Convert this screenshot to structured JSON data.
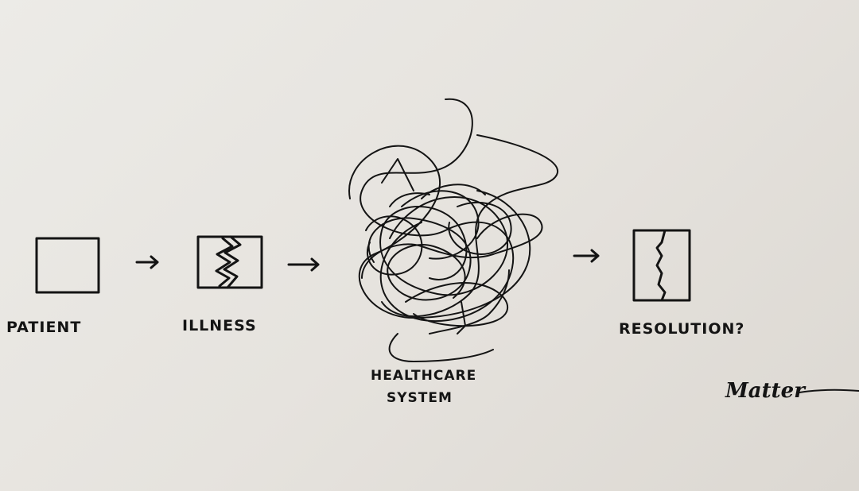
{
  "diagram": {
    "stages": [
      {
        "id": "patient",
        "label": "PATIENT"
      },
      {
        "id": "illness",
        "label": "ILLNESS"
      },
      {
        "id": "healthcare-system",
        "label_line1": "HEALTHCARE",
        "label_line2": "SYSTEM"
      },
      {
        "id": "resolution",
        "label": "RESOLUTION?"
      }
    ],
    "arrow_glyph": "→",
    "signature": "Matter",
    "colors": {
      "ink": "#141414",
      "paper": "#e9e6e1"
    }
  }
}
